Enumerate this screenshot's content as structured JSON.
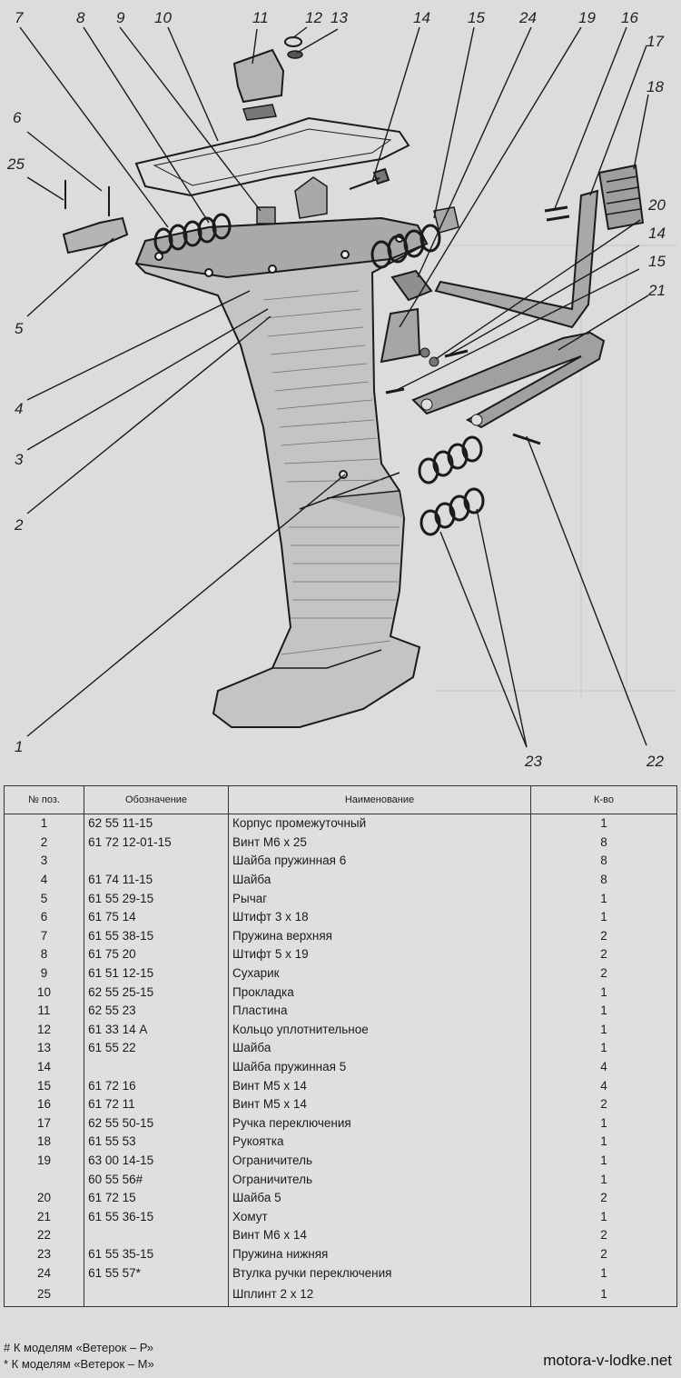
{
  "callouts": {
    "c7": "7",
    "c8": "8",
    "c9": "9",
    "c10": "10",
    "c11": "11",
    "c12": "12",
    "c13": "13",
    "c14a": "14",
    "c15a": "15",
    "c24": "24",
    "c19": "19",
    "c16": "16",
    "c17": "17",
    "c18": "18",
    "c6": "6",
    "c25": "25",
    "c5": "5",
    "c4": "4",
    "c3": "3",
    "c2": "2",
    "c1": "1",
    "c20": "20",
    "c14b": "14",
    "c15b": "15",
    "c21": "21",
    "c23": "23",
    "c22": "22"
  },
  "table": {
    "headers": [
      "№ поз.",
      "Обозначение",
      "Наименование",
      "К-во"
    ],
    "rows": [
      {
        "pos": "1",
        "des": "62 55 11-15",
        "name": "Корпус промежуточный",
        "qty": "1"
      },
      {
        "pos": "2",
        "des": "61 72 12-01-15",
        "name": "Винт  М6 х 25",
        "qty": "8"
      },
      {
        "pos": "3",
        "des": "",
        "name": "Шайба пружинная  6",
        "qty": "8"
      },
      {
        "pos": "4",
        "des": "61 74 11-15",
        "name": "Шайба",
        "qty": "8"
      },
      {
        "pos": "5",
        "des": "61 55 29-15",
        "name": "Рычаг",
        "qty": "1"
      },
      {
        "pos": "6",
        "des": "61 75 14",
        "name": "Штифт  3 х 18",
        "qty": "1"
      },
      {
        "pos": "7",
        "des": "61 55 38-15",
        "name": "Пружина верхняя",
        "qty": "2"
      },
      {
        "pos": "8",
        "des": "61 75 20",
        "name": "Штифт  5 х 19",
        "qty": "2"
      },
      {
        "pos": "9",
        "des": "61 51 12-15",
        "name": "Сухарик",
        "qty": "2"
      },
      {
        "pos": "10",
        "des": "62 55 25-15",
        "name": "Прокладка",
        "qty": "1"
      },
      {
        "pos": "11",
        "des": "62 55 23",
        "name": "Пластина",
        "qty": "1"
      },
      {
        "pos": "12",
        "des": "61 33 14  А",
        "name": "Кольцо уплотнительное",
        "qty": "1"
      },
      {
        "pos": "13",
        "des": "61 55 22",
        "name": "Шайба",
        "qty": "1"
      },
      {
        "pos": "14",
        "des": "",
        "name": "Шайба  пружинная  5",
        "qty": "4"
      },
      {
        "pos": "15",
        "des": "61 72 16",
        "name": "Винт  М5 х 14",
        "qty": "4"
      },
      {
        "pos": "16",
        "des": "61 72 11",
        "name": "Винт  М5 х 14",
        "qty": "2"
      },
      {
        "pos": "17",
        "des": "62 55 50-15",
        "name": "Ручка переключения",
        "qty": "1"
      },
      {
        "pos": "18",
        "des": "61 55 53",
        "name": "Рукоятка",
        "qty": "1"
      },
      {
        "pos": "19",
        "des": "63 00 14-15",
        "name": "Ограничитель",
        "qty": "1"
      },
      {
        "pos": "",
        "des": "60 55 56#",
        "name": "Ограничитель",
        "qty": "1"
      },
      {
        "pos": "20",
        "des": "61 72 15",
        "name": "Шайба 5",
        "qty": "2"
      },
      {
        "pos": "21",
        "des": "61 55 36-15",
        "name": "Хомут",
        "qty": "1"
      },
      {
        "pos": "22",
        "des": "",
        "name": "Винт М6 х 14",
        "qty": "2"
      },
      {
        "pos": "23",
        "des": "61 55 35-15",
        "name": "Пружина нижняя",
        "qty": "2"
      },
      {
        "pos": "24",
        "des": "61 55 57*",
        "name": "Втулка ручки переключения",
        "qty": "1"
      },
      {
        "pos": "25",
        "des": "",
        "name": "Шплинт 2 х 12",
        "qty": "1"
      }
    ]
  },
  "notes": {
    "hash": "#  К моделям «Ветерок – Р»",
    "star": "*  К моделям «Ветерок – М»"
  },
  "watermark": "motora-v-lodke.net",
  "colors": {
    "paper": "#dcdcdc",
    "ink": "#1b1b1b",
    "shade": "#8a8a8a"
  }
}
